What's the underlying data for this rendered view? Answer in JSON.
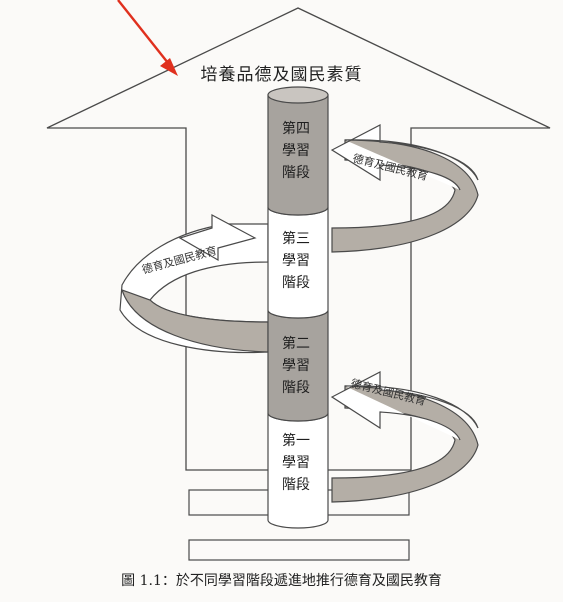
{
  "diagram": {
    "top_title": "培養品德及國民素質",
    "stages": [
      {
        "id": "stage-4",
        "lines": [
          "第四",
          "學習",
          "階段"
        ],
        "fill": "#a7a39e"
      },
      {
        "id": "stage-3",
        "lines": [
          "第三",
          "學習",
          "階段"
        ],
        "fill": "#ffffff"
      },
      {
        "id": "stage-2",
        "lines": [
          "第二",
          "學習",
          "階段"
        ],
        "fill": "#a7a39e"
      },
      {
        "id": "stage-1",
        "lines": [
          "第一",
          "學習",
          "階段"
        ],
        "fill": "#ffffff"
      }
    ],
    "spiral_band_text": "德育及國民教育",
    "colors": {
      "outline": "#4a4a4a",
      "band_fill": "#ffffff",
      "band_shadow": "#b4aea6",
      "cylinder_gray": "#a7a39e",
      "pointer_arrow": "#e0301e"
    }
  },
  "caption": "圖 1.1：於不同學習階段遞進地推行德育及國民教育"
}
